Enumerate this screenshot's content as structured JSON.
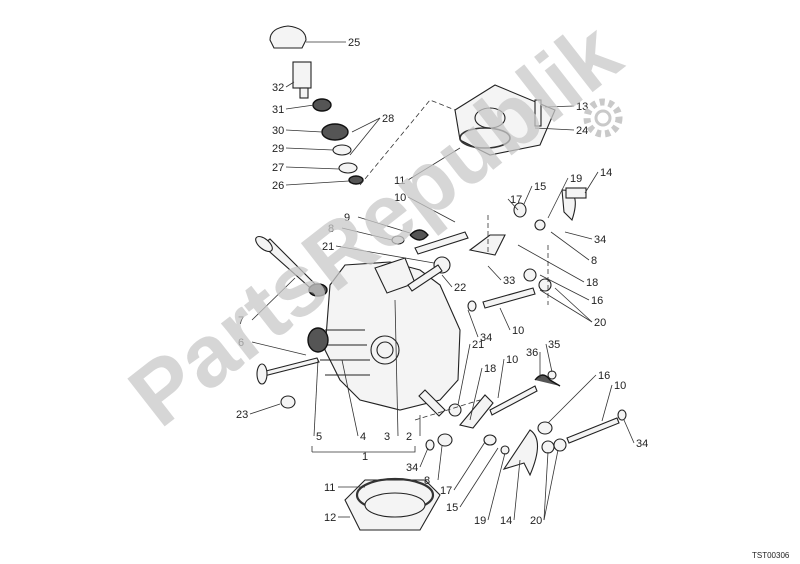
{
  "diagram": {
    "watermark": "PartsRepublik",
    "drawing_code": "TST00306",
    "callouts": [
      "25",
      "32",
      "31",
      "28",
      "30",
      "29",
      "27",
      "26",
      "13",
      "24",
      "11",
      "10",
      "9",
      "8",
      "21",
      "7",
      "6",
      "23",
      "5",
      "4",
      "3",
      "2",
      "1",
      "22",
      "33",
      "15",
      "17",
      "19",
      "14",
      "34",
      "8",
      "18",
      "16",
      "20",
      "34",
      "10",
      "21",
      "18",
      "10",
      "36",
      "35",
      "16",
      "10",
      "34",
      "34",
      "8",
      "17",
      "15",
      "19",
      "14",
      "20",
      "11",
      "12"
    ]
  }
}
